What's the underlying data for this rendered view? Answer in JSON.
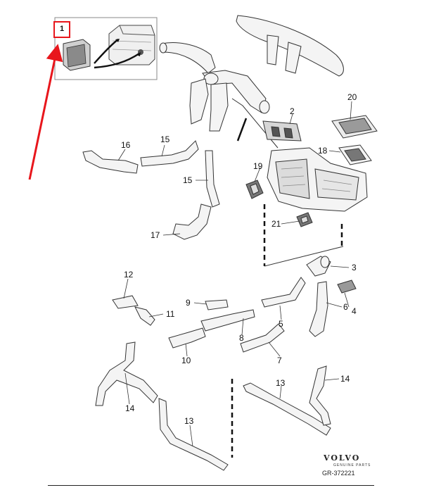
{
  "callout": {
    "number": "1",
    "highlight_color": "#e8161c"
  },
  "parts": [
    {
      "id": "label-20",
      "text": "20"
    },
    {
      "id": "label-2",
      "text": "2"
    },
    {
      "id": "label-18",
      "text": "18"
    },
    {
      "id": "label-19",
      "text": "19"
    },
    {
      "id": "label-16",
      "text": "16"
    },
    {
      "id": "label-15a",
      "text": "15"
    },
    {
      "id": "label-15b",
      "text": "15"
    },
    {
      "id": "label-17",
      "text": "17"
    },
    {
      "id": "label-21",
      "text": "21"
    },
    {
      "id": "label-3",
      "text": "3"
    },
    {
      "id": "label-12",
      "text": "12"
    },
    {
      "id": "label-11",
      "text": "11"
    },
    {
      "id": "label-9",
      "text": "9"
    },
    {
      "id": "label-6",
      "text": "6"
    },
    {
      "id": "label-4",
      "text": "4"
    },
    {
      "id": "label-5",
      "text": "5"
    },
    {
      "id": "label-8",
      "text": "8"
    },
    {
      "id": "label-10",
      "text": "10"
    },
    {
      "id": "label-7",
      "text": "7"
    },
    {
      "id": "label-14a",
      "text": "14"
    },
    {
      "id": "label-14b",
      "text": "14"
    },
    {
      "id": "label-13a",
      "text": "13"
    },
    {
      "id": "label-13b",
      "text": "13"
    }
  ],
  "logo": {
    "brand": "VOLVO",
    "subtitle": "GENUINE PARTS"
  },
  "diagram_id": "GR-372221",
  "colors": {
    "line": "#333333",
    "part_fill": "#f4f4f4",
    "shade": "#d8d8d8"
  }
}
